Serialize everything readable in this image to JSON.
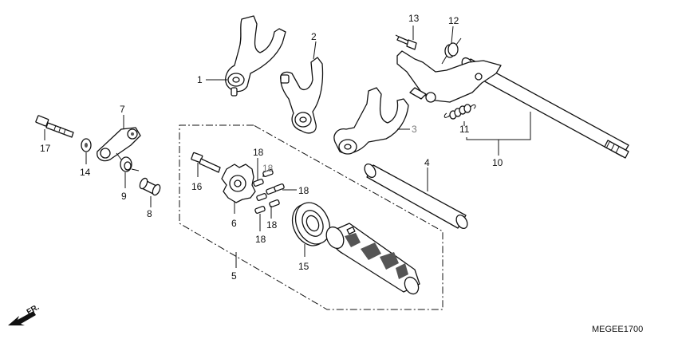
{
  "labels": {
    "p1": "1",
    "p2": "2",
    "p3": "3",
    "p4": "4",
    "p5": "5",
    "p6": "6",
    "p7": "7",
    "p8": "8",
    "p9": "9",
    "p10": "10",
    "p11": "11",
    "p12": "12",
    "p13": "13",
    "p14": "14",
    "p15": "15",
    "p16": "16",
    "p17": "17",
    "p18": "18"
  },
  "direction_label": "FR.",
  "diagram_code": "MEGEE1700"
}
